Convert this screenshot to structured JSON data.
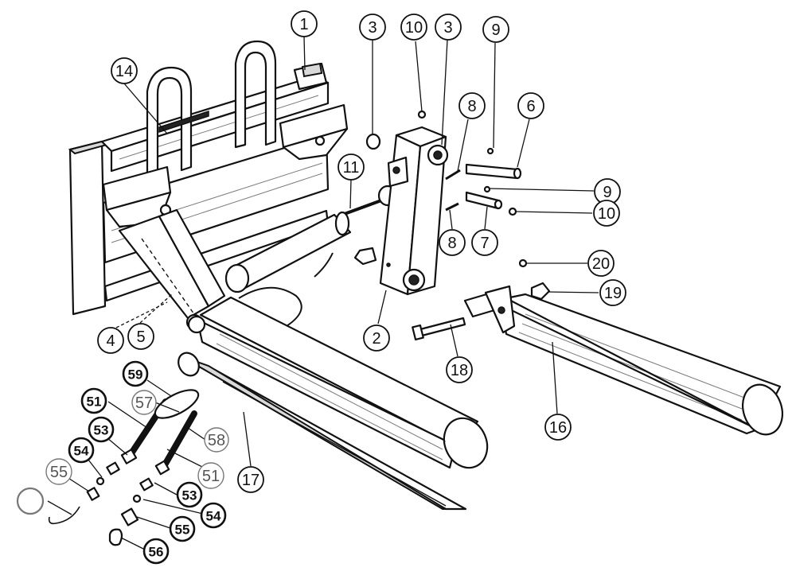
{
  "figure": {
    "callouts": [
      {
        "id": "c1",
        "label": "1"
      },
      {
        "id": "c2",
        "label": "2"
      },
      {
        "id": "c3a",
        "label": "3"
      },
      {
        "id": "c3b",
        "label": "3"
      },
      {
        "id": "c4",
        "label": "4"
      },
      {
        "id": "c5",
        "label": "5"
      },
      {
        "id": "c6",
        "label": "6"
      },
      {
        "id": "c7",
        "label": "7"
      },
      {
        "id": "c8a",
        "label": "8"
      },
      {
        "id": "c8b",
        "label": "8"
      },
      {
        "id": "c9a",
        "label": "9"
      },
      {
        "id": "c9b",
        "label": "9"
      },
      {
        "id": "c10a",
        "label": "10"
      },
      {
        "id": "c10b",
        "label": "10"
      },
      {
        "id": "c11",
        "label": "11"
      },
      {
        "id": "c14",
        "label": "14"
      },
      {
        "id": "c16",
        "label": "16"
      },
      {
        "id": "c17",
        "label": "17"
      },
      {
        "id": "c18",
        "label": "18"
      },
      {
        "id": "c19",
        "label": "19"
      },
      {
        "id": "c20",
        "label": "20"
      },
      {
        "id": "c51a",
        "label": "51"
      },
      {
        "id": "c51b",
        "label": "51"
      },
      {
        "id": "c53a",
        "label": "53"
      },
      {
        "id": "c53b",
        "label": "53"
      },
      {
        "id": "c54a",
        "label": "54"
      },
      {
        "id": "c54b",
        "label": "54"
      },
      {
        "id": "c55a",
        "label": "55"
      },
      {
        "id": "c55b",
        "label": "55"
      },
      {
        "id": "c56",
        "label": "56"
      },
      {
        "id": "c57",
        "label": "57"
      },
      {
        "id": "c58",
        "label": "58"
      },
      {
        "id": "c59",
        "label": "59"
      }
    ]
  }
}
